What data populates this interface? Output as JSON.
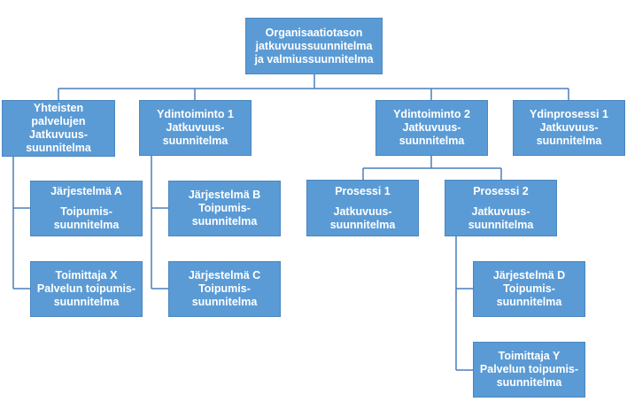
{
  "diagram": {
    "root": [
      "Organisaatiotason",
      "jatkuvuussuunnitelma",
      "ja valmiussuunnitelma"
    ],
    "yhteiset": [
      "Yhteisten",
      "palvelujen",
      "Jatkuvuus-",
      "suunnitelma"
    ],
    "ydintoiminto1": [
      "Ydintoiminto 1",
      "Jatkuvuus-",
      "suunnitelma"
    ],
    "ydintoiminto2": [
      "Ydintoiminto 2",
      "Jatkuvuus-",
      "suunnitelma"
    ],
    "ydinprosessi1": [
      "Ydinprosessi 1",
      "Jatkuvuus-",
      "suunnitelma"
    ],
    "jarjestelma_a": [
      "Järjestelmä A",
      "Toipumis-",
      "suunnitelma"
    ],
    "toimittaja_x": [
      "Toimittaja X",
      "Palvelun toipumis-",
      "suunnitelma"
    ],
    "jarjestelma_b": [
      "Järjestelmä B",
      "Toipumis-",
      "suunnitelma"
    ],
    "jarjestelma_c": [
      "Järjestelmä C",
      "Toipumis-",
      "suunnitelma"
    ],
    "prosessi1": [
      "Prosessi 1",
      "Jatkuvuus-",
      "suunnitelma"
    ],
    "prosessi2": [
      "Prosessi 2",
      "Jatkuvuus-",
      "suunnitelma"
    ],
    "jarjestelma_d": [
      "Järjestelmä D",
      "Toipumis-",
      "suunnitelma"
    ],
    "toimittaja_y": [
      "Toimittaja Y",
      "Palvelun toipumis-",
      "suunnitelma"
    ]
  }
}
